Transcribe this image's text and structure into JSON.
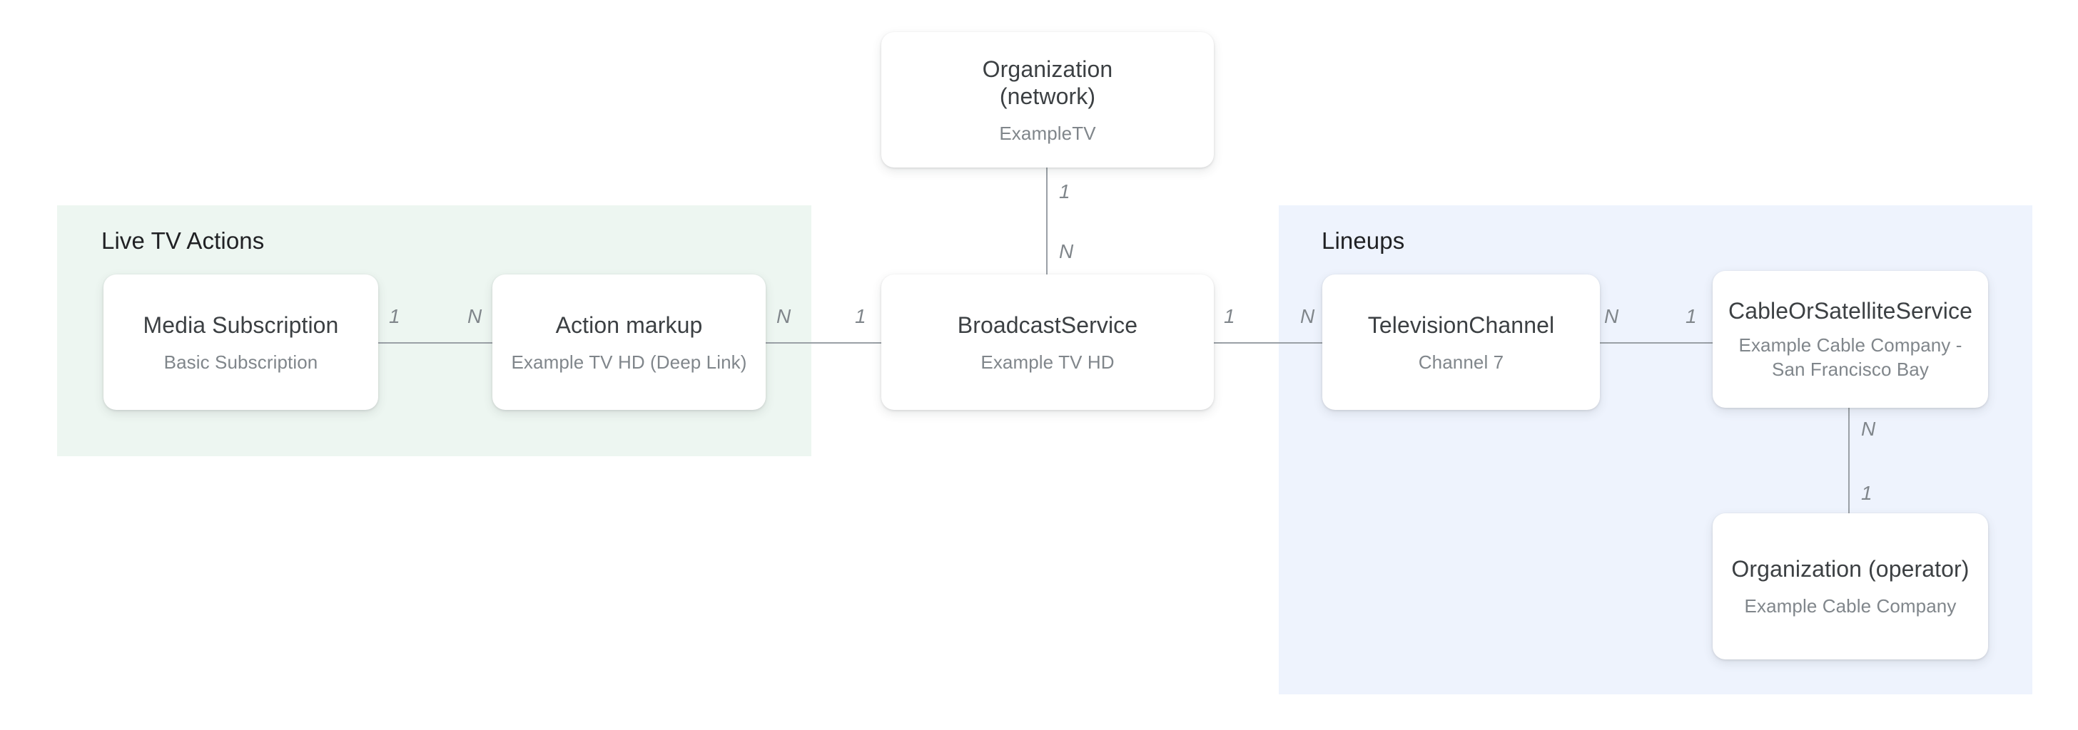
{
  "diagram": {
    "type": "entity-relationship",
    "background": "#ffffff",
    "edge_color": "#9aa0a6",
    "panels": [
      {
        "id": "live-tv-actions",
        "title": "Live TV Actions",
        "color": "#edf6f1"
      },
      {
        "id": "lineups",
        "title": "Lineups",
        "color": "#eef3fd"
      }
    ],
    "nodes": [
      {
        "id": "organization-network",
        "title": "Organization\n(network)",
        "title_line1": "Organization",
        "title_line2": "(network)",
        "subtitle": "ExampleTV"
      },
      {
        "id": "media-subscription",
        "title": "Media Subscription",
        "subtitle": "Basic Subscription"
      },
      {
        "id": "action-markup",
        "title": "Action markup",
        "subtitle": "Example TV HD (Deep Link)"
      },
      {
        "id": "broadcast-service",
        "title": "BroadcastService",
        "subtitle": "Example TV HD"
      },
      {
        "id": "television-channel",
        "title": "TelevisionChannel",
        "subtitle": "Channel 7"
      },
      {
        "id": "cable-or-satellite-service",
        "title": "CableOrSatelliteService",
        "subtitle": "Example Cable Company - San Francisco Bay"
      },
      {
        "id": "organization-operator",
        "title": "Organization (operator)",
        "subtitle": "Example Cable Company"
      }
    ],
    "edges": [
      {
        "id": "media-subscription-to-action-markup",
        "from": "media-subscription",
        "to": "action-markup",
        "from_cardinality": "1",
        "to_cardinality": "N"
      },
      {
        "id": "action-markup-to-broadcast-service",
        "from": "action-markup",
        "to": "broadcast-service",
        "from_cardinality": "N",
        "to_cardinality": "1"
      },
      {
        "id": "organization-network-to-broadcast-service",
        "from": "organization-network",
        "to": "broadcast-service",
        "from_cardinality": "1",
        "to_cardinality": "N"
      },
      {
        "id": "broadcast-service-to-television-channel",
        "from": "broadcast-service",
        "to": "television-channel",
        "from_cardinality": "1",
        "to_cardinality": "N"
      },
      {
        "id": "television-channel-to-cable-or-satellite-service",
        "from": "television-channel",
        "to": "cable-or-satellite-service",
        "from_cardinality": "N",
        "to_cardinality": "1"
      },
      {
        "id": "cable-or-satellite-service-to-organization-operator",
        "from": "cable-or-satellite-service",
        "to": "organization-operator",
        "from_cardinality": "N",
        "to_cardinality": "1"
      }
    ]
  }
}
